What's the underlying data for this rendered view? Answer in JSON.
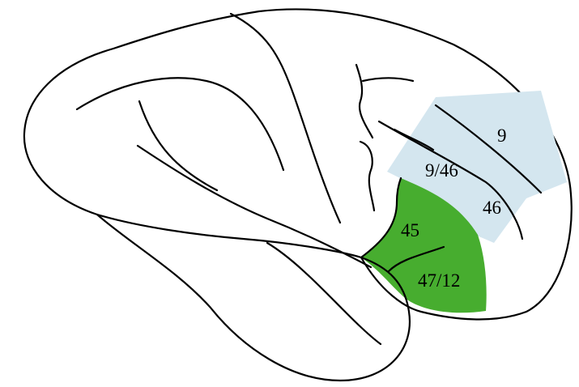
{
  "colors": {
    "dorsolateral_region": "#d4e6ef",
    "ventrolateral_region": "#47ad2f",
    "outline": "#000000"
  },
  "areas": {
    "a9": "9",
    "a9_46": "9/46",
    "a46": "46",
    "a45": "45",
    "a47_12": "47/12"
  }
}
